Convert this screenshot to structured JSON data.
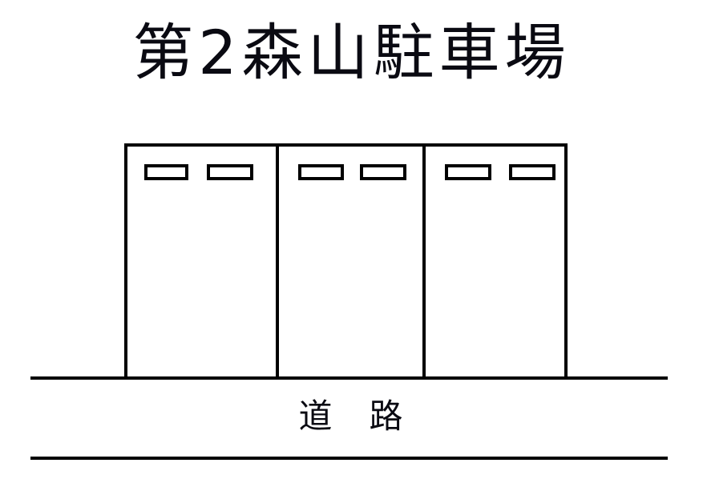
{
  "plan": {
    "title": "第2森山駐車場",
    "road_label": "道　路",
    "colors": {
      "line": "#000000",
      "text": "#0a0a12",
      "background": "#ffffff"
    },
    "parking": {
      "stall_count": 3,
      "stalls": [
        {
          "index": 1,
          "wheel_stops": 2
        },
        {
          "index": 2,
          "wheel_stops": 2
        },
        {
          "index": 3,
          "wheel_stops": 2
        }
      ]
    }
  }
}
